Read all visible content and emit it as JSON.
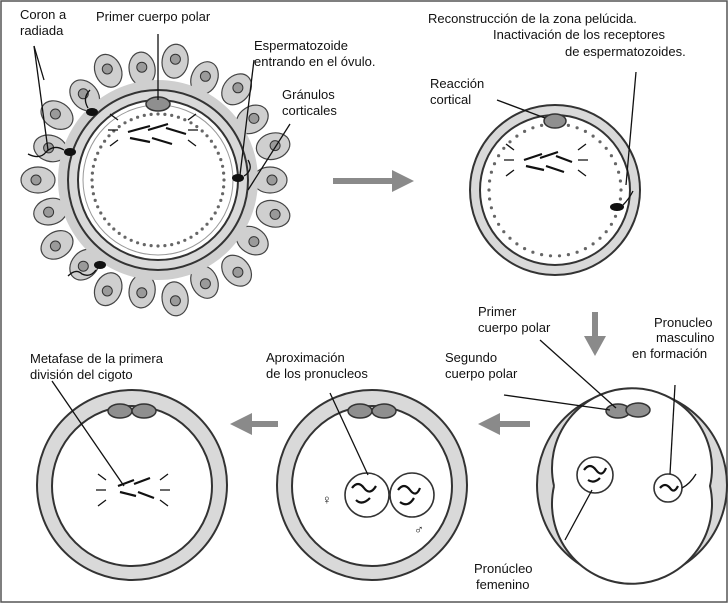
{
  "labels": {
    "corona_radiada": [
      "Coron a",
      "radiada"
    ],
    "primer_cuerpo_polar_top": "Primer cuerpo polar",
    "espermatozoide": [
      "Espermatozoide",
      "entrando en el óvulo."
    ],
    "granulos": [
      "Gránulos",
      "corticales"
    ],
    "reconstruccion": [
      "Reconstrucción de la zona pelúcida.",
      "Inactivación de los receptores",
      "de espermatozoides."
    ],
    "reaccion_cortical": [
      "Reacción",
      "cortical"
    ],
    "primer_cuerpo_polar": [
      "Primer",
      "cuerpo polar"
    ],
    "segundo_cuerpo_polar": [
      "Segundo",
      "cuerpo polar"
    ],
    "pronucleo_masculino": [
      "Pronucleo",
      "masculino",
      "en formación"
    ],
    "metafase": [
      "Metafase de la primera",
      "división del cigoto"
    ],
    "aproximacion": [
      "Aproximación",
      "de los pronucleos"
    ],
    "pronucleo_femenino": [
      "Pronúcleo",
      "femenino"
    ]
  },
  "symbols": {
    "female": "♀",
    "male": "♂"
  },
  "colors": {
    "arrow": "#8a8a8a",
    "zona": "#d9d9d9",
    "outline": "#333333"
  }
}
